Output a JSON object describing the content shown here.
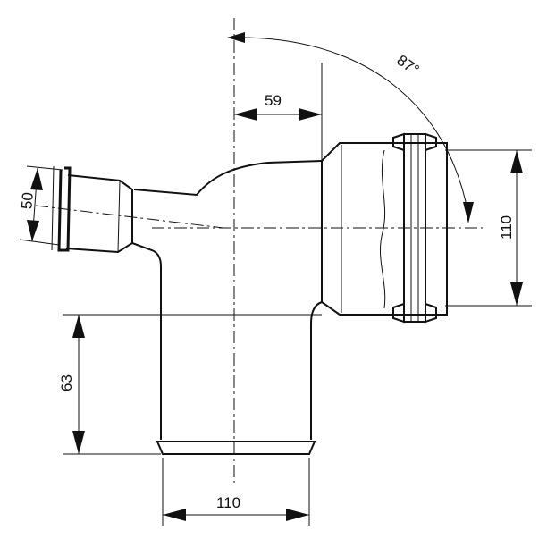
{
  "dimensions": {
    "angle": "87°",
    "horizontal_offset": "59",
    "branch_diameter": "50",
    "socket_diameter": "110",
    "spigot_height": "63",
    "spigot_diameter": "110"
  }
}
